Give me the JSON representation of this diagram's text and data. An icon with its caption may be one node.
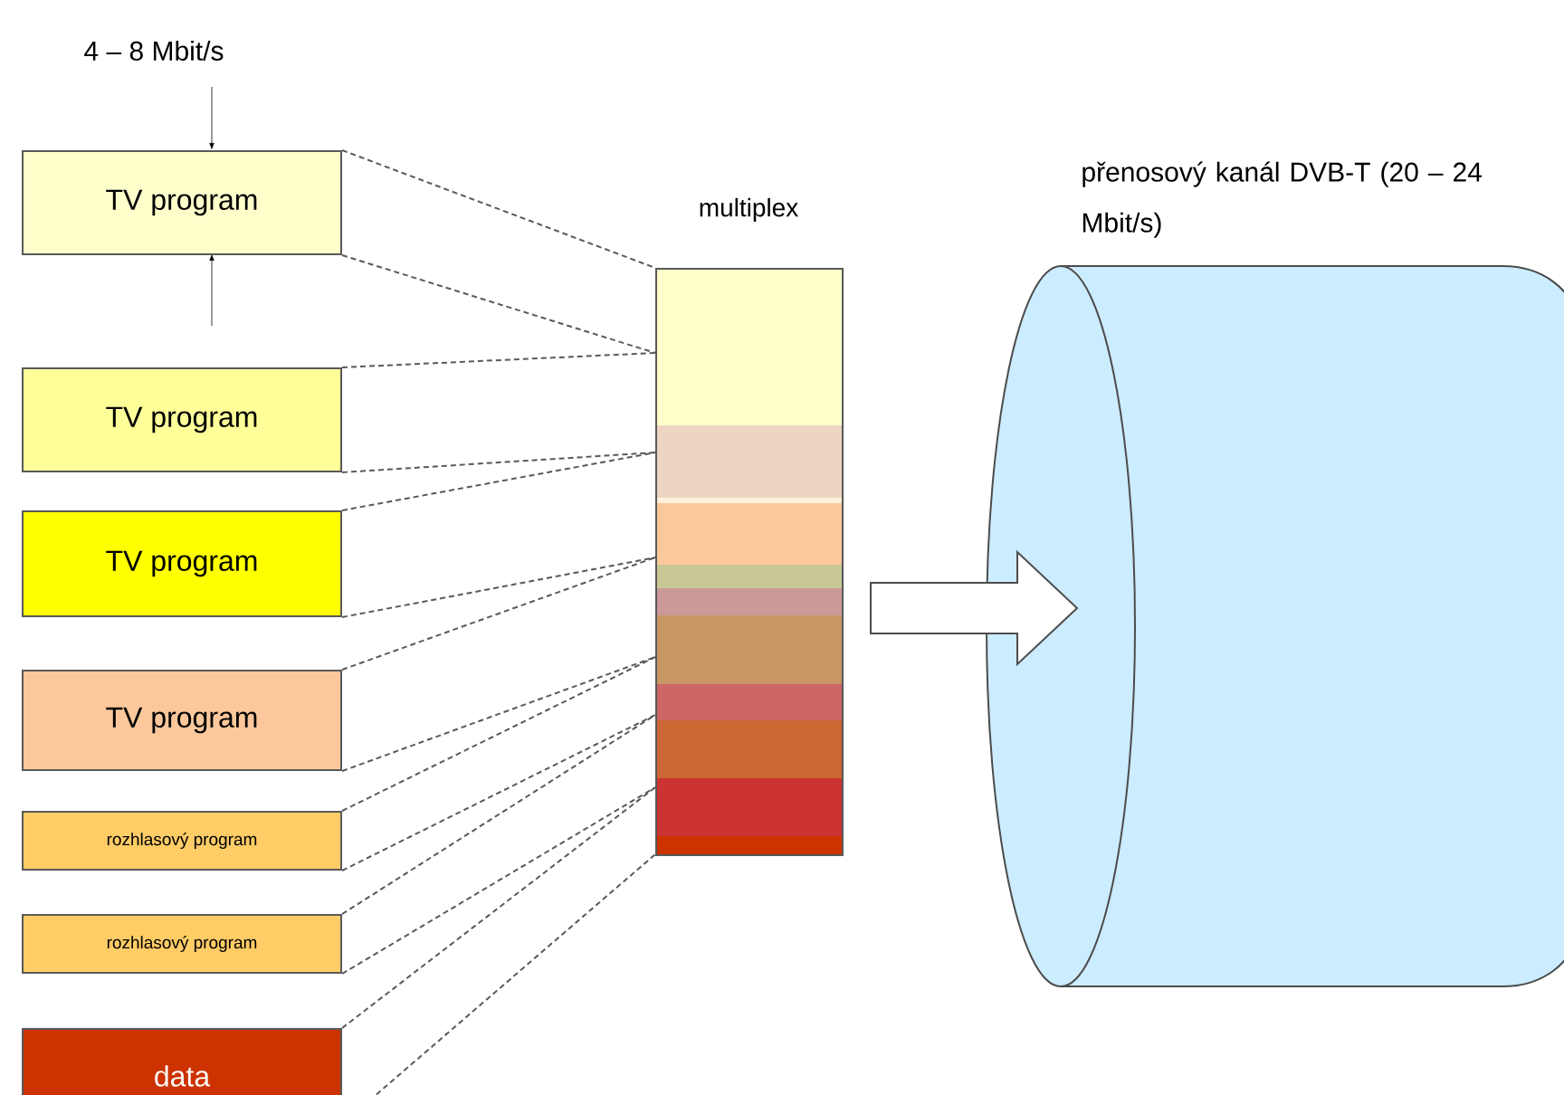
{
  "diagram": {
    "nodes": [
      {
        "text": [
          "TV program"
        ]
      },
      {
        "text": [
          "TV program"
        ]
      },
      {
        "text": [
          "TV program"
        ]
      },
      {
        "text": [
          "TV program"
        ]
      },
      {
        "text": [
          "rozhlasový program"
        ]
      },
      {
        "text": [
          "rozhlasový program"
        ]
      },
      {
        "text": [
          "data"
        ]
      },
      {
        "text": [
          "multiplex"
        ]
      },
      {
        "text": [
          "přenosový kanál DVB-T (20 – 24 Mbit/s)"
        ]
      }
    ],
    "edges": [
      {
        "from": 0,
        "to": 7,
        "arrow": "none",
        "style": "dashed"
      },
      {
        "from": 0,
        "to": 7,
        "arrow": "none",
        "style": "dashed"
      },
      {
        "from": 1,
        "to": 7,
        "arrow": "none",
        "style": "dashed"
      },
      {
        "from": 1,
        "to": 7,
        "arrow": "none",
        "style": "dashed"
      },
      {
        "from": 2,
        "to": 7,
        "arrow": "none",
        "style": "dashed"
      },
      {
        "from": 2,
        "to": 7,
        "arrow": "none",
        "style": "dashed"
      },
      {
        "from": 3,
        "to": 7,
        "arrow": "none",
        "style": "dashed"
      },
      {
        "from": 3,
        "to": 7,
        "arrow": "none",
        "style": "dashed"
      },
      {
        "from": 4,
        "to": 7,
        "arrow": "none",
        "style": "dashed"
      },
      {
        "from": 4,
        "to": 7,
        "arrow": "none",
        "style": "dashed"
      },
      {
        "from": 5,
        "to": 7,
        "arrow": "none",
        "style": "dashed"
      },
      {
        "from": 5,
        "to": 7,
        "arrow": "none",
        "style": "dashed"
      },
      {
        "from": 6,
        "to": 7,
        "arrow": "none",
        "style": "dashed"
      },
      {
        "from": 6,
        "to": 7,
        "arrow": "none",
        "style": "dashed"
      },
      {
        "from": 7,
        "to": 8,
        "arrow": "to",
        "style": "thick"
      }
    ],
    "labels": [
      "4 – 8 Mbit/s"
    ]
  }
}
